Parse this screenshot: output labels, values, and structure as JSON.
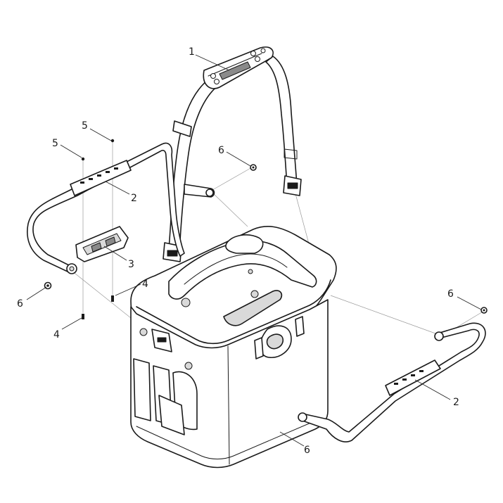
{
  "diagram": {
    "callouts": [
      {
        "id": "c1",
        "label": "1"
      },
      {
        "id": "c2a",
        "label": "2"
      },
      {
        "id": "c2b",
        "label": "2"
      },
      {
        "id": "c3",
        "label": "3"
      },
      {
        "id": "c4a",
        "label": "4"
      },
      {
        "id": "c4b",
        "label": "4"
      },
      {
        "id": "c5a",
        "label": "5"
      },
      {
        "id": "c5b",
        "label": "5"
      },
      {
        "id": "c6a",
        "label": "6"
      },
      {
        "id": "c6b",
        "label": "6"
      },
      {
        "id": "c6c",
        "label": "6"
      },
      {
        "id": "c6d",
        "label": "6"
      }
    ]
  }
}
